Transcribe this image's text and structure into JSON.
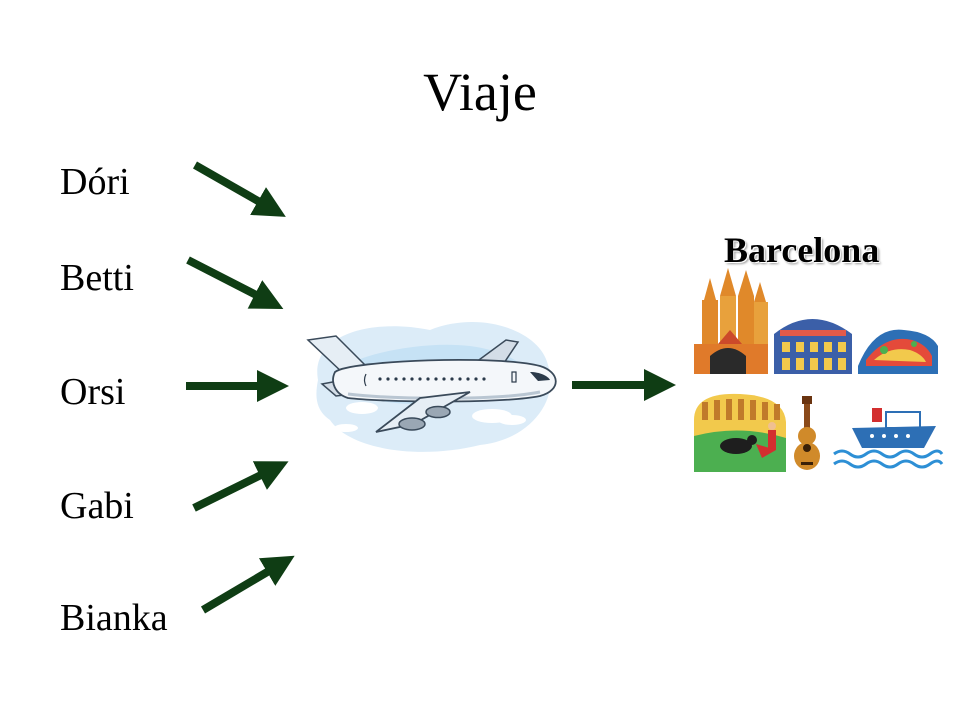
{
  "title": "Viaje",
  "travelers": [
    "Dóri",
    "Betti",
    "Orsi",
    "Gabi",
    "Bianka"
  ],
  "destination": "Barcelona",
  "colors": {
    "arrow": "#0f3d14",
    "text": "#000000"
  },
  "icons": {
    "vehicle": "airplane-icon",
    "destination": "barcelona-collage-icon"
  }
}
